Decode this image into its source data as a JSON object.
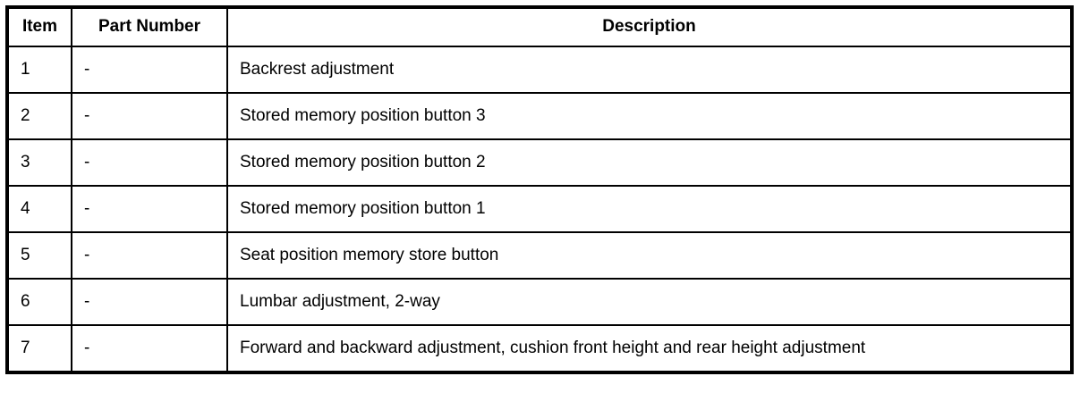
{
  "table": {
    "headers": {
      "item": "Item",
      "part_number": "Part Number",
      "description": "Description"
    },
    "rows": [
      {
        "item": "1",
        "part_number": "-",
        "description": "Backrest adjustment"
      },
      {
        "item": "2",
        "part_number": "-",
        "description": "Stored memory position button 3"
      },
      {
        "item": "3",
        "part_number": "-",
        "description": "Stored memory position button 2"
      },
      {
        "item": "4",
        "part_number": "-",
        "description": "Stored memory position button 1"
      },
      {
        "item": "5",
        "part_number": "-",
        "description": "Seat position memory store button"
      },
      {
        "item": "6",
        "part_number": "-",
        "description": "Lumbar adjustment, 2-way"
      },
      {
        "item": "7",
        "part_number": "-",
        "description": "Forward and backward adjustment, cushion front height and rear height adjustment"
      }
    ]
  }
}
